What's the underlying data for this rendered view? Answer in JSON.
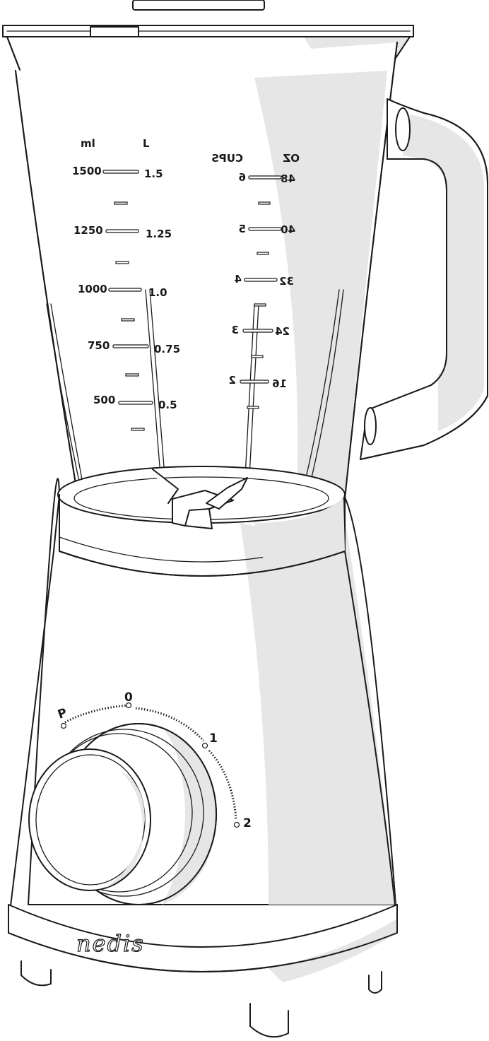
{
  "scale_ml": {
    "unit": "ml",
    "marks": [
      "1500",
      "1250",
      "1000",
      "750",
      "500"
    ]
  },
  "scale_l": {
    "unit": "L",
    "marks": [
      "1.5",
      "1.25",
      "1.0",
      "0.75",
      "0.5"
    ]
  },
  "scale_cups": {
    "unit": "CUPS",
    "marks": [
      "6",
      "5",
      "4",
      "3",
      "2"
    ]
  },
  "scale_oz": {
    "unit": "OZ",
    "marks": [
      "48",
      "40",
      "32",
      "24",
      "16"
    ]
  },
  "dial": {
    "pulse": "P",
    "off": "0",
    "speed1": "1",
    "speed2": "2"
  },
  "brand": "nedis"
}
